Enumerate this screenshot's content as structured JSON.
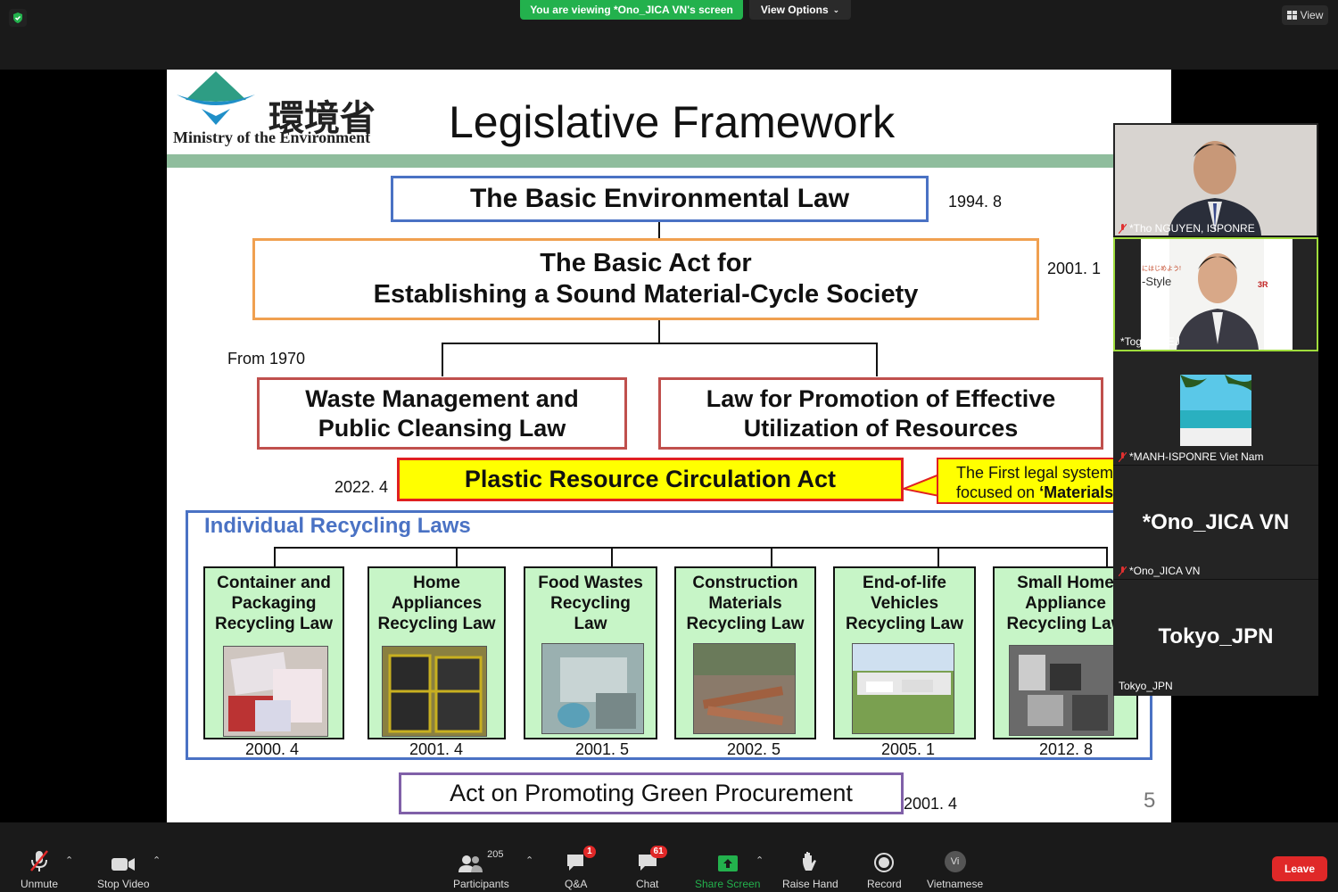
{
  "topbar": {
    "viewing_label": "You are viewing *Ono_JICA VN's screen",
    "view_options_label": "View Options",
    "view_label": "View"
  },
  "slide": {
    "logo_kanji": "環境省",
    "logo_english": "Ministry of the Environment",
    "title": "Legislative Framework",
    "basic_env_law": "The Basic Environmental Law",
    "basic_env_year": "1994. 8",
    "basic_act_line1": "The Basic Act for",
    "basic_act_line2": "Establishing a Sound Material-Cycle Society",
    "basic_act_year": "2001. 1",
    "from_1970": "From 1970",
    "waste_line1": "Waste Management and",
    "waste_line2": "Public Cleansing Law",
    "resources_line1": "Law for Promotion of Effective",
    "resources_line2": "Utilization of Resources",
    "plastic_year": "2022. 4",
    "plastic_act": "Plastic Resource Circulation Act",
    "callout_line1": "The First legal system",
    "callout_line2": "focused on ",
    "callout_bold": "‘Materials",
    "individual_heading": "Individual Recycling Laws",
    "recycling_laws": [
      {
        "l1": "Container and",
        "l2": "Packaging",
        "l3": "Recycling Law",
        "year": "2000. 4"
      },
      {
        "l1": "Home",
        "l2": "Appliances",
        "l3": "Recycling Law",
        "year": "2001. 4"
      },
      {
        "l1": "Food Wastes",
        "l2": "Recycling",
        "l3": "Law",
        "year": "2001. 5"
      },
      {
        "l1": "Construction",
        "l2": "Materials",
        "l3": "Recycling Law",
        "year": "2002. 5"
      },
      {
        "l1": "End-of-life",
        "l2": "Vehicles",
        "l3": "Recycling Law",
        "year": "2005. 1"
      },
      {
        "l1": "Small Home",
        "l2": "Appliance",
        "l3": "Recycling Law",
        "year": "2012. 8"
      }
    ],
    "green_procurement": "Act on Promoting Green Procurement",
    "green_year": "2001. 4",
    "page_number": "5"
  },
  "participants_panel": [
    {
      "name": "*Tho NGUYEN, ISPONRE",
      "muted": true
    },
    {
      "name": "*Togi_MOEJ",
      "muted": false,
      "image_text_1": "にはじめよう!",
      "image_text_2": "-Style",
      "image_text_3": "3R",
      "active_speaker": true
    },
    {
      "name": "*MANH-ISPONRE Viet Nam",
      "muted": true
    },
    {
      "name": "*Ono_JICA VN",
      "display": "*Ono_JICA VN",
      "muted": true
    },
    {
      "name": "Tokyo_JPN",
      "display": "Tokyo_JPN",
      "muted": false
    }
  ],
  "toolbar": {
    "unmute": "Unmute",
    "stop_video": "Stop Video",
    "participants": "Participants",
    "participants_count": "205",
    "qa": "Q&A",
    "qa_badge": "1",
    "chat": "Chat",
    "chat_badge": "61",
    "share_screen": "Share Screen",
    "raise_hand": "Raise Hand",
    "record": "Record",
    "language": "Vietnamese",
    "language_short": "Vi",
    "leave": "Leave"
  },
  "colors": {
    "share_green": "#23b14d",
    "leave_red": "#e02828",
    "box_blue": "#4a72c4",
    "box_orange": "#f0a050",
    "box_red": "#c0504d",
    "yellow": "#ffff00",
    "recycle_green": "#c7f5c7",
    "purple": "#8060a8"
  }
}
